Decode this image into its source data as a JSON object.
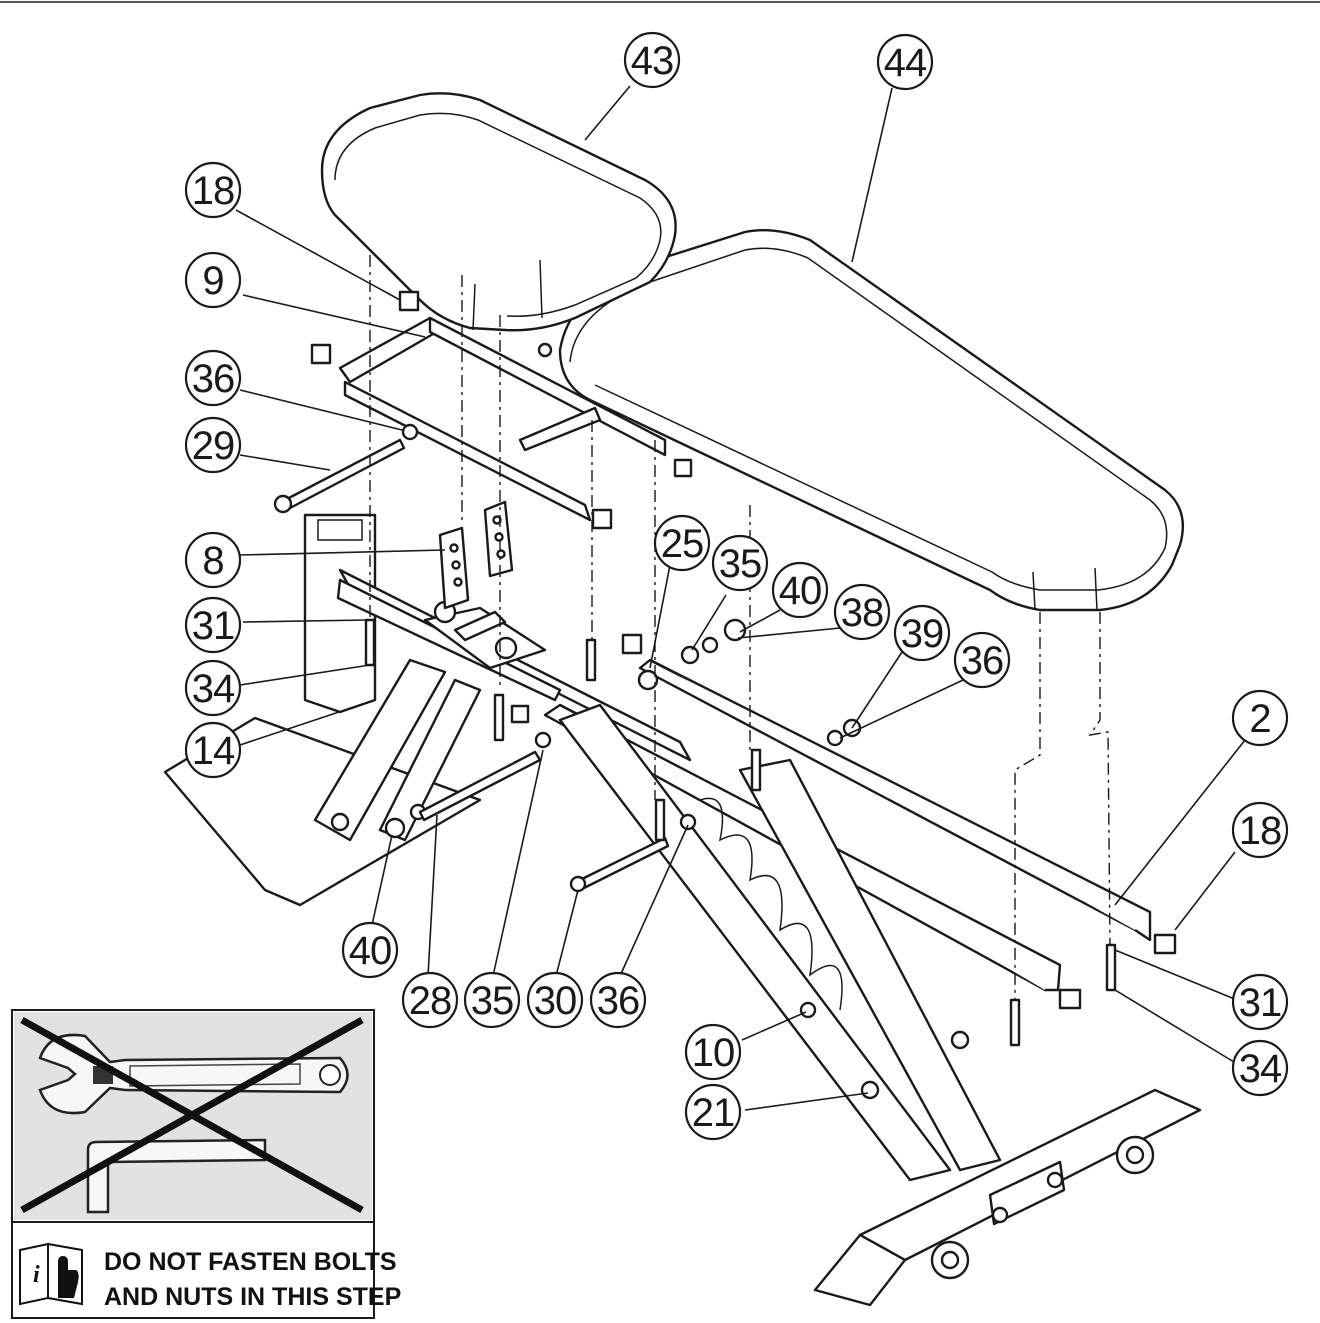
{
  "callouts": [
    {
      "n": "43"
    },
    {
      "n": "44"
    },
    {
      "n": "18"
    },
    {
      "n": "9"
    },
    {
      "n": "36"
    },
    {
      "n": "29"
    },
    {
      "n": "8"
    },
    {
      "n": "31"
    },
    {
      "n": "34"
    },
    {
      "n": "14"
    },
    {
      "n": "25"
    },
    {
      "n": "35"
    },
    {
      "n": "40"
    },
    {
      "n": "38"
    },
    {
      "n": "39"
    },
    {
      "n": "36"
    },
    {
      "n": "2"
    },
    {
      "n": "18"
    },
    {
      "n": "40"
    },
    {
      "n": "28"
    },
    {
      "n": "35"
    },
    {
      "n": "30"
    },
    {
      "n": "36"
    },
    {
      "n": "10"
    },
    {
      "n": "21"
    },
    {
      "n": "31"
    },
    {
      "n": "34"
    }
  ],
  "warning": {
    "icons": [
      "wrench-icon",
      "allen-key-icon",
      "cross-out-icon",
      "manual-info-icon"
    ],
    "line1": "DO NOT FASTEN BOLTS",
    "line2": "AND NUTS IN THIS STEP"
  }
}
